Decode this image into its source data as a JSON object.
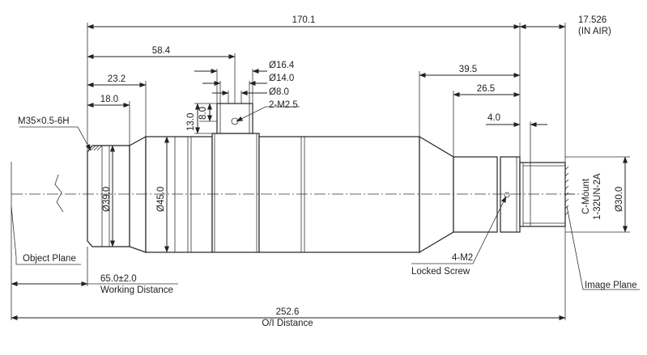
{
  "dimensions": {
    "total_length": "170.1",
    "back_focus": "17.526",
    "back_focus_note": "(IN AIR)",
    "d58": "58.4",
    "d23": "23.2",
    "d18": "18.0",
    "d39_5": "39.5",
    "d26_5": "26.5",
    "d4": "4.0",
    "dia16": "Ø16.4",
    "dia14": "Ø14.0",
    "dia8": "Ø8.0",
    "h8": "8.0",
    "h13": "13.0",
    "holes": "2-M2.5",
    "thread_front": "M35×0.5-6H",
    "dia39": "Ø39.0",
    "dia45": "Ø45.0",
    "dia30": "Ø30.0",
    "cmount_1": "C-Mount",
    "cmount_2": "1-32UN-2A",
    "screws": "4-M2",
    "screws_label": "Locked Screw",
    "object_plane": "Object Plane",
    "image_plane": "Image Plane",
    "working_distance": "65.0±2.0",
    "working_distance_label": "Working Distance",
    "oi_distance": "252.6",
    "oi_distance_label": "O/I Distance"
  }
}
